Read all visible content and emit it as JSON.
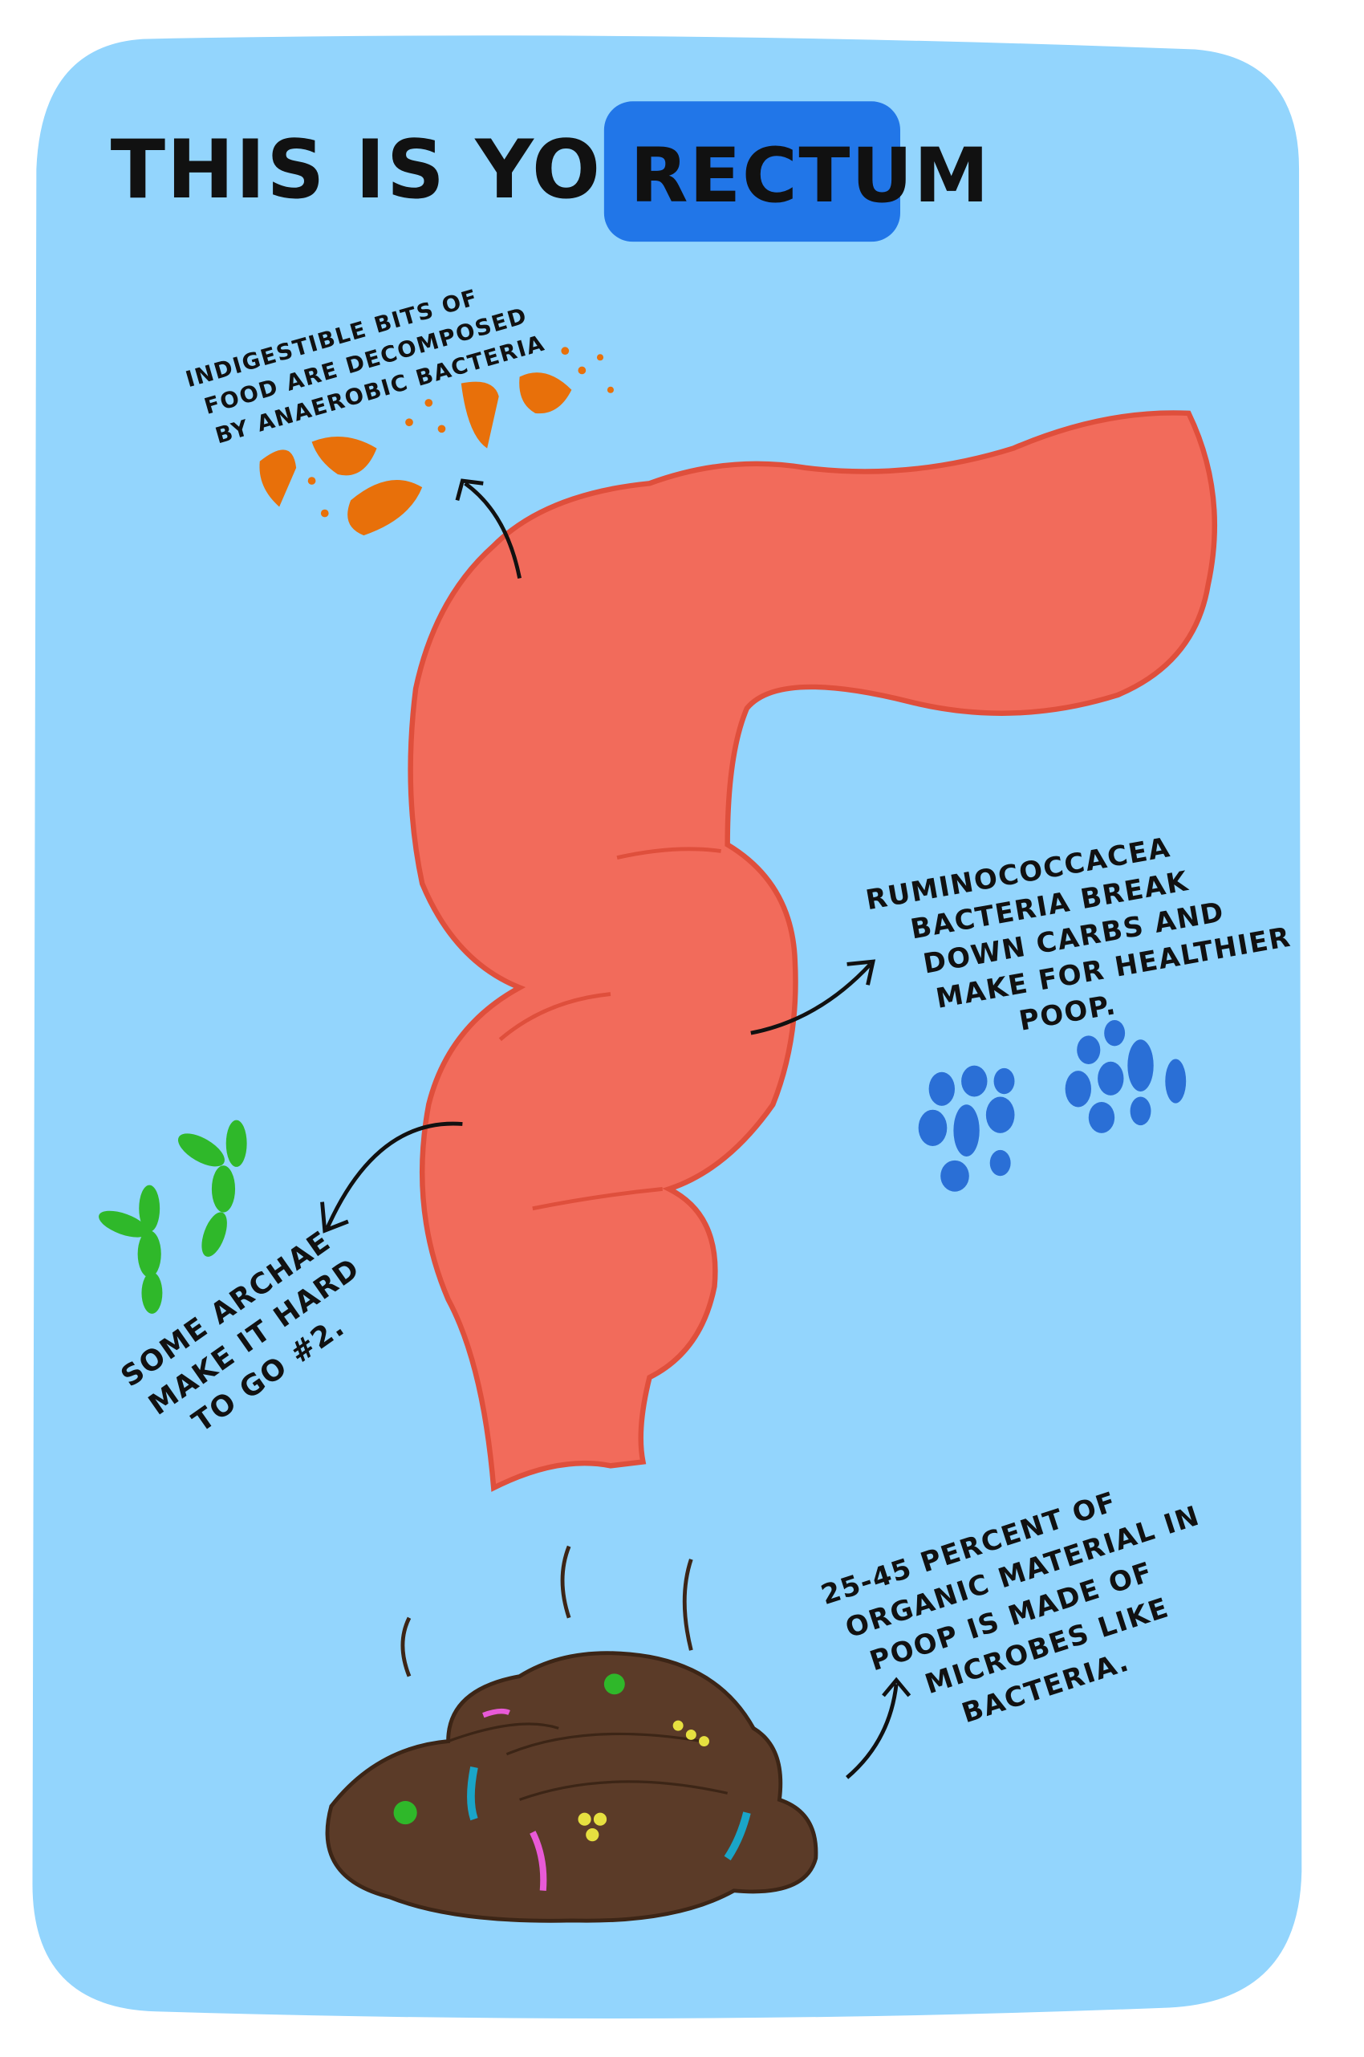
{
  "title": {
    "prefix": "THIS IS YOUR",
    "highlight": "RECTUM"
  },
  "annotations": {
    "anaerobic": [
      "INDIGESTIBLE BITS OF",
      "FOOD ARE DECOMPOSED",
      "BY ANAEROBIC BACTERIA"
    ],
    "ruminococcacea": [
      "RUMINOCOCCACEA",
      "BACTERIA BREAK",
      "DOWN CARBS AND",
      "MAKE FOR HEALTHIER",
      "POOP."
    ],
    "archae": [
      "SOME ARCHAE",
      "MAKE IT HARD",
      "TO GO #2."
    ],
    "microbes": [
      "25-45 PERCENT OF",
      "ORGANIC MATERIAL IN",
      "POOP IS MADE OF",
      "MICROBES LIKE",
      "BACTERIA."
    ]
  },
  "colors": {
    "panel": "#93d5fd",
    "title_box": "#2176e8",
    "rectum": "#f26b5b",
    "rectum_outline": "#df4f3c",
    "food_bits": "#e8700a",
    "ruminococcacea": "#2a6fd6",
    "archae": "#2fb82a",
    "poop": "#5b3b28"
  }
}
